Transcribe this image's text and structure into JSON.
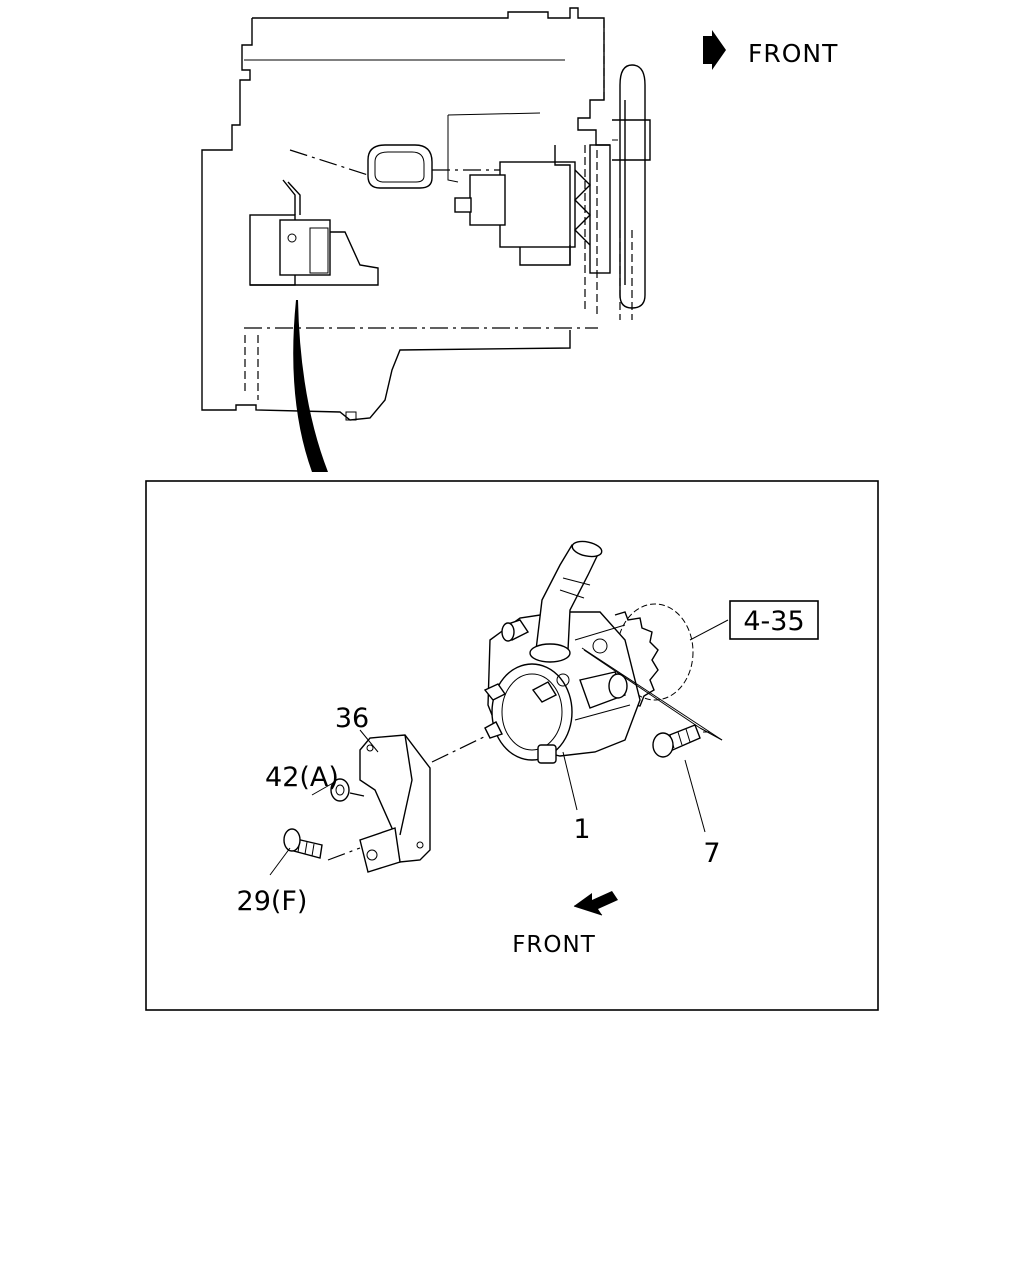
{
  "overview": {
    "front_label": "FRONT"
  },
  "detail": {
    "front_label": "FRONT",
    "callouts": {
      "ref_box": "4-35",
      "part_1": "1",
      "part_7": "7",
      "part_36": "36",
      "part_42": "42(A)",
      "part_29": "29(F)"
    }
  }
}
